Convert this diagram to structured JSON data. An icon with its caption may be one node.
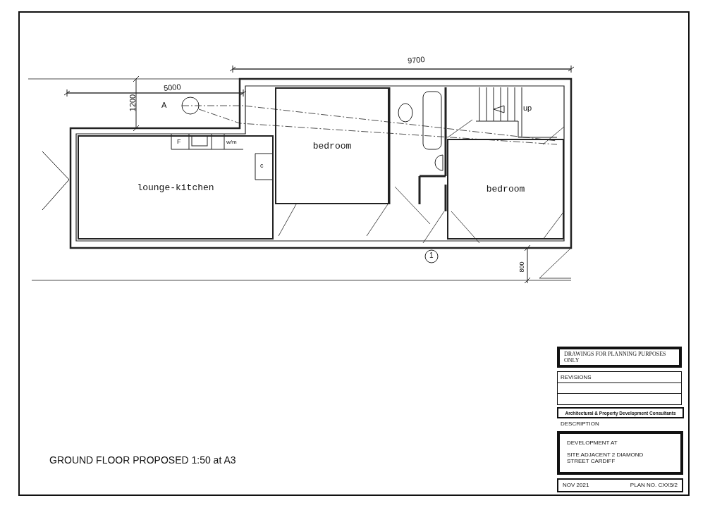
{
  "diagram": {
    "title": "GROUND FLOOR PROPOSED 1:50 at A3",
    "nodes": [
      {
        "text": [
          "lounge-kitchen"
        ]
      },
      {
        "text": [
          "bedroom"
        ]
      },
      {
        "text": [
          "bedroom"
        ]
      },
      {
        "text": [
          "DRAWINGS FOR PLANNING PURPOSES ONLY"
        ]
      },
      {
        "text": [
          "REVISIONS"
        ]
      },
      {
        "text": [
          "Architectural & Property Development Consultants"
        ]
      },
      {
        "text": [
          "DEVELOPMENT AT",
          "SITE ADJACENT 2 DIAMOND STREET CARDIFF"
        ]
      },
      {
        "text": [
          "NOV 2021",
          "PLAN NO. CXX5/2"
        ]
      }
    ],
    "edges": [],
    "labels": [
      "9700",
      "5000",
      "1200",
      "A",
      "up",
      "F",
      "w/m",
      "c",
      "1",
      "800",
      "DESCRIPTION"
    ]
  }
}
